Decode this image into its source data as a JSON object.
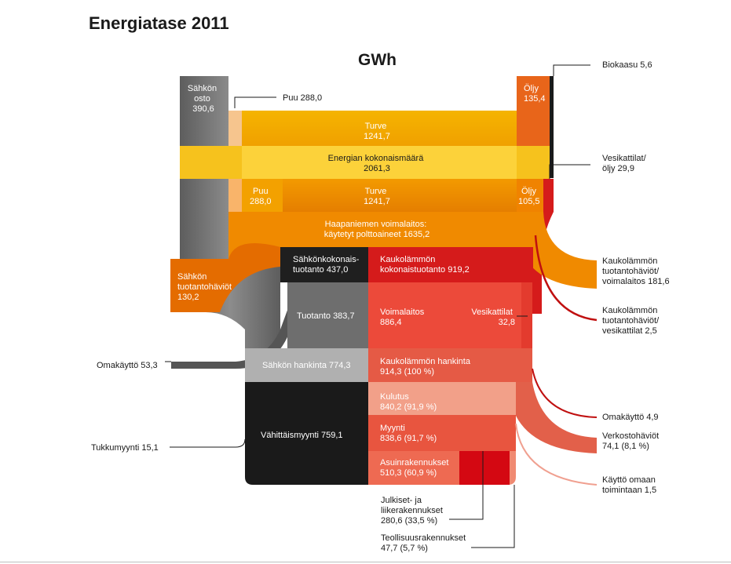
{
  "title": "Energiatase 2011",
  "unit": "GWh",
  "colors": {
    "grey": "#7a7a7a",
    "orange": "#f08a00",
    "yellow": "#f7c21e",
    "red": "#d51b1b",
    "salmon": "#ea6a4c",
    "black": "#1f1f1f"
  },
  "labels": {
    "sahkon_osto": [
      "Sähkön",
      "osto",
      "390,6"
    ],
    "puu_top": "Puu 288,0",
    "oljy_top": [
      "Öljy",
      "135,4"
    ],
    "biokaasu": "Biokaasu 5,6",
    "turve_top": [
      "Turve",
      "1241,7"
    ],
    "kokonaismaara": [
      "Energian kokonaismäärä",
      "2061,3"
    ],
    "vesikattilat_oljy": [
      "Vesikattilat/",
      "öljy 29,9"
    ],
    "puu_mid": [
      "Puu",
      "288,0"
    ],
    "turve_mid": [
      "Turve",
      "1241,7"
    ],
    "oljy_mid": [
      "Öljy",
      "105,5"
    ],
    "haapaniemi": [
      "Haapaniemen voimalaitos:",
      "käytetyt polttoaineet 1635,2"
    ],
    "sahkon_tuotantohaviot": [
      "Sähkön",
      "tuotantohäviöt",
      "130,2"
    ],
    "sahkonkokonaistuotanto": [
      "Sähkönkokonais-",
      "tuotanto 437,0"
    ],
    "kaukolammon_kokonaistuotanto": [
      "Kaukolämmön",
      "kokonaistuotanto 919,2"
    ],
    "kl_tuotantohaviot_voimalaitos": [
      "Kaukolämmön",
      "tuotantohäviöt/",
      "voimalaitos 181,6"
    ],
    "tuotanto": "Tuotanto 383,7",
    "voimalaitos": [
      "Voimalaitos",
      "886,4"
    ],
    "vesikattilat": [
      "Vesikattilat",
      "32,8"
    ],
    "kl_tuotantohaviot_vesikattilat": [
      "Kaukolämmön",
      "tuotantohäviöt/",
      "vesikattilat 2,5"
    ],
    "omakaytto_left": "Omakäyttö 53,3",
    "sahkon_hankinta": "Sähkön hankinta 774,3",
    "kaukolammon_hankinta": [
      "Kaukolämmön hankinta",
      "914,3 (100 %)"
    ],
    "omakaytto_right": "Omakäyttö 4,9",
    "kulutus": [
      "Kulutus",
      "840,2 (91,9 %)"
    ],
    "verkostohaviot": [
      "Verkostohäviöt",
      "74,1 (8,1 %)"
    ],
    "vahittaismyynti": "Vähittäismyynti 759,1",
    "myynti": [
      "Myynti",
      "838,6 (91,7 %)"
    ],
    "tukkumyynti": "Tukkumyynti 15,1",
    "kaytto_omaan": [
      "Käyttö omaan",
      "toimintaan 1,5"
    ],
    "asuinrakennukset": [
      "Asuinrakennukset",
      "510,3 (60,9 %)"
    ],
    "julkiset": [
      "Julkiset- ja",
      "liikerakennukset",
      "280,6 (33,5 %)"
    ],
    "teollisuus": [
      "Teollisuusrakennukset",
      "47,7 (5,7 %)"
    ]
  }
}
